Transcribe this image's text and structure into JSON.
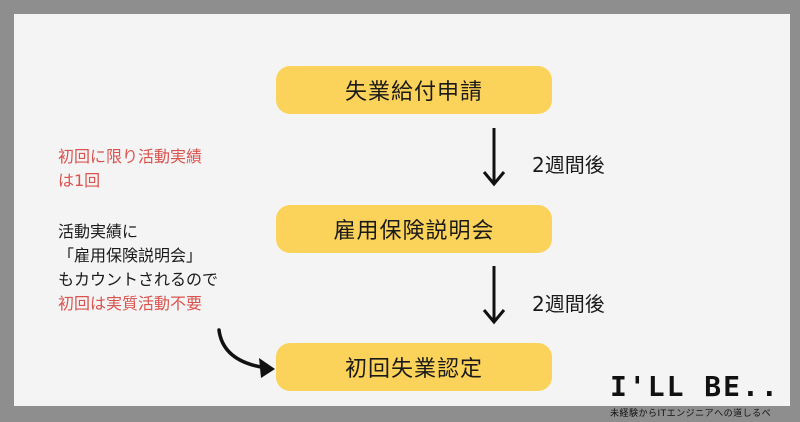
{
  "steps": [
    {
      "label": "失業給付申請"
    },
    {
      "label": "雇用保険説明会"
    },
    {
      "label": "初回失業認定"
    }
  ],
  "intervals": [
    "2週間後",
    "2週間後"
  ],
  "notes": {
    "first_line1": "初回に限り活動実績",
    "first_line2": "は1回",
    "second_line1": "活動実績に",
    "second_line2": "「雇用保険説明会」",
    "second_line3": "もカウントされるので",
    "second_line4": "初回は実質活動不要"
  },
  "logo": {
    "main": "I'LL BE..",
    "sub": "未経験からITエンジニアへの道しるべ"
  },
  "colors": {
    "step_fill": "#fcd35a",
    "note_red": "#d9534f",
    "background": "#f4f4f4",
    "frame": "#8e8e8e"
  }
}
